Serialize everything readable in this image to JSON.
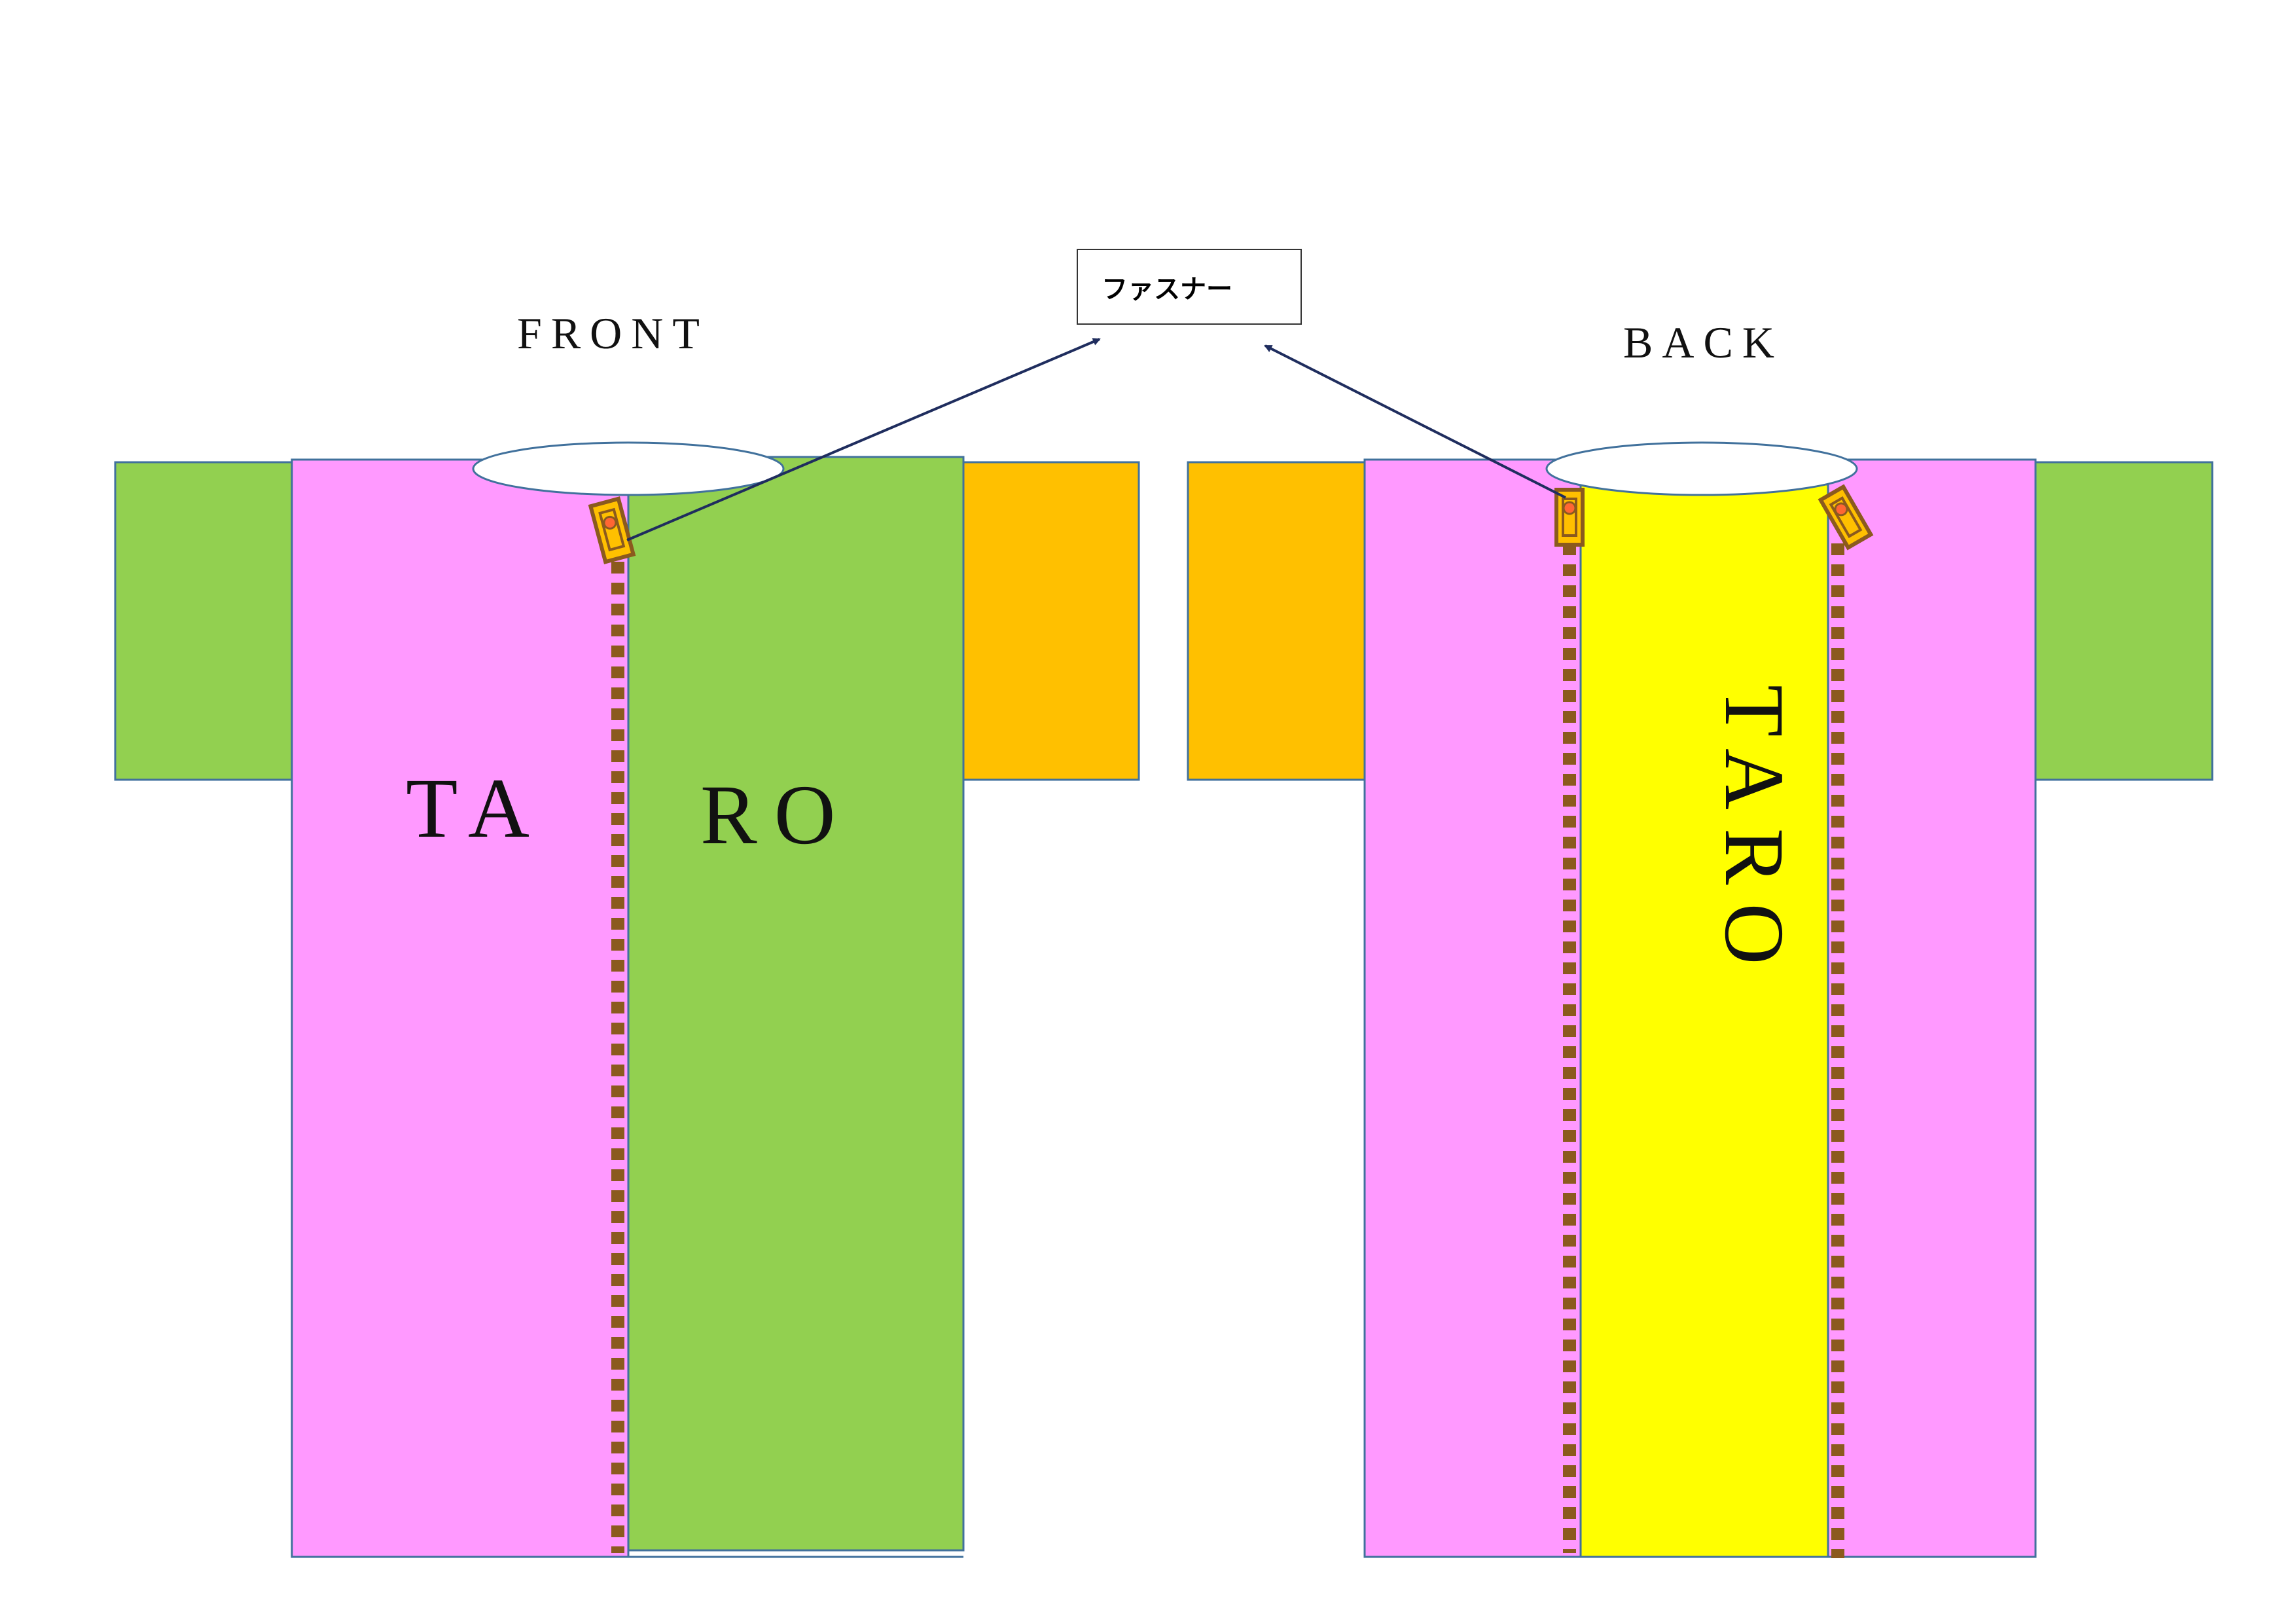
{
  "labels": {
    "front": "FRONT",
    "back": "BACK",
    "callout": "ファスナー",
    "front_left": "TA",
    "front_right": "RO",
    "back_center": "TARO"
  },
  "colors": {
    "pink": "#FF99FF",
    "green": "#92D050",
    "orange": "#FFC000",
    "yellow": "#FFFF00",
    "zipper": "#8B5A1E",
    "outline": "#41719C",
    "arrow": "#1F2D5E"
  },
  "icons": [
    "zipper-pull-icon",
    "arrow-icon"
  ]
}
